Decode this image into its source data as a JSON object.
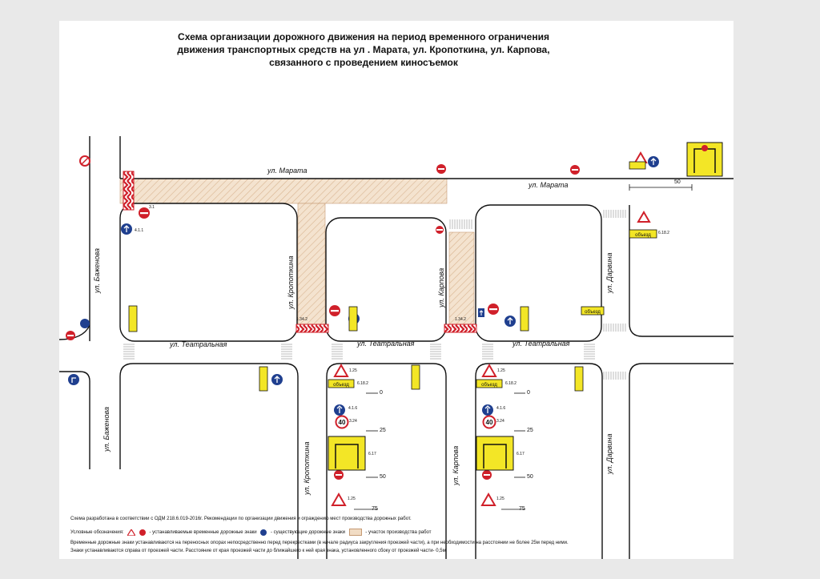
{
  "title": {
    "line1": "Схема организации дорожного движения на период временного ограничения",
    "line2": "движения транспортных средств на ул . Марата, ул. Кропоткина, ул. Карпова,",
    "line3": "связанного с проведением киносъемок"
  },
  "streets": {
    "marata_1": "ул. Марата",
    "marata_2": "ул. Марата",
    "teatralnaya_1": "ул. Театральная",
    "teatralnaya_2": "ул. Театральная",
    "teatralnaya_3": "ул. Театральная",
    "bazhenova_1": "ул. Баженова",
    "bazhenova_2": "ул. Баженова",
    "kropotkina_1": "ул. Кропоткина",
    "kropotkina_2": "ул. Кропоткина",
    "karpova_1": "ул. Карпова",
    "karpova_2": "ул. Карпова",
    "darvina_1": "ул. Дарвина",
    "darvina_2": "ул. Дарвина"
  },
  "distances": {
    "top_right": "50",
    "a0": "0",
    "a25": "25",
    "a50": "50",
    "a75": "75",
    "b0": "0",
    "b25": "25",
    "b50": "50",
    "b75": "75"
  },
  "sign_codes": {
    "no_entry": "3.1",
    "speed": "3.24",
    "speed_value": "40",
    "works": "1.25",
    "detour": "6.18.2",
    "detour_text": "объезд",
    "scheme": "6.17",
    "barrier": "1.34.2",
    "right_turn": "4.1.1",
    "turn_ban": "4.1.6"
  },
  "legend": {
    "line1": "Схема разработана в соответствии с ОДМ 218.6.019-2016г. Рекомендации по организации движения и ограждению мест производства дорожных работ.",
    "line2a": "Условные обозначения:",
    "line2b": "- устанавливаемые временные дорожные знаки",
    "line2c": "- существующие дорожные знаки",
    "line2d": "- участок производства работ",
    "line3": "Временные дорожные знаки устанавливаются на переносных опорах непосредственно перед перекрестками (в начале радиуса закругления проезжей части), а при необходимости на расстоянии не более 25м перед ними.",
    "line4": "Знаки устанавливаются справа от проезжей части. Расстояние от края проезжей части до ближайшего к ней края знака, установленного сбоку от проезжей части- 0,5м"
  },
  "colors": {
    "sign_red": "#d0202a",
    "sign_blue": "#1f3f8f",
    "sign_yellow": "#f3e626",
    "work_zone": "#f1dcc4"
  }
}
